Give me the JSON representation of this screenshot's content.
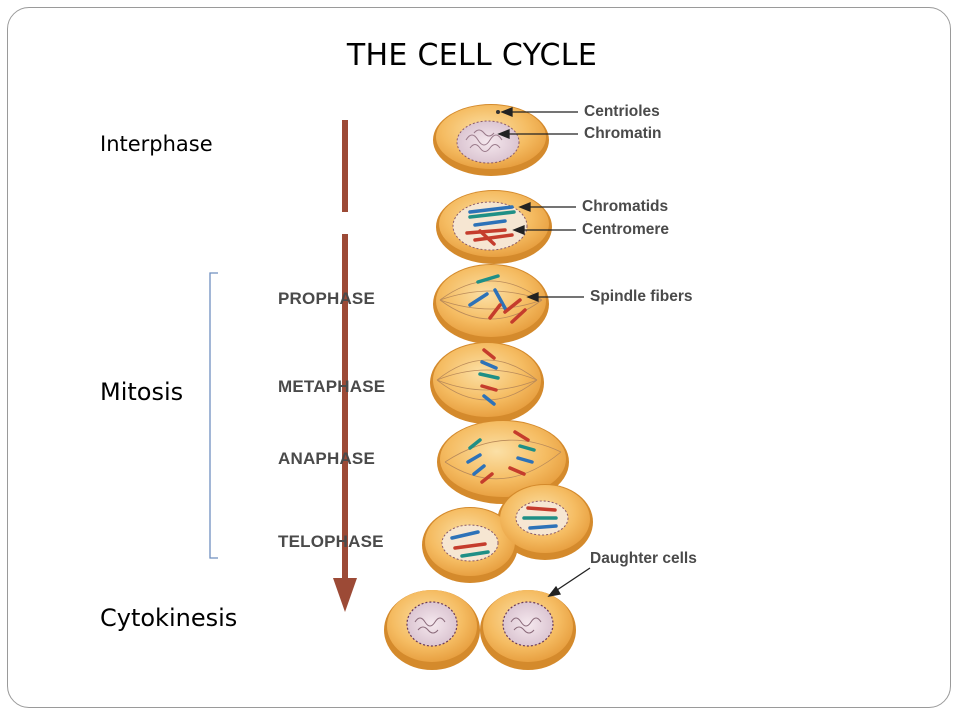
{
  "title": "THE CELL CYCLE",
  "stages": {
    "interphase": "Interphase",
    "mitosis": "Mitosis",
    "cytokinesis": "Cytokinesis"
  },
  "phases": [
    "PROPHASE",
    "METAPHASE",
    "ANAPHASE",
    "TELOPHASE"
  ],
  "callouts": {
    "centrioles": "Centrioles",
    "chromatin": "Chromatin",
    "chromatids": "Chromatids",
    "centromere": "Centromere",
    "spindle_fibers": "Spindle fibers",
    "daughter_cells": "Daughter cells"
  },
  "colors": {
    "arrow": "#9c4a36",
    "cell_fill": "#f3b152",
    "cell_rim": "#d48a2c",
    "bracket": "#6f8fbf",
    "chromosome_blue": "#2d72b8",
    "chromosome_red": "#c53c2c",
    "chromosome_teal": "#1f8f86"
  }
}
